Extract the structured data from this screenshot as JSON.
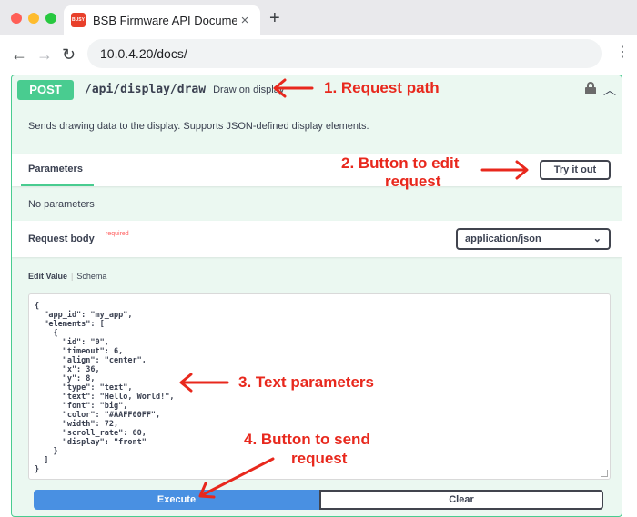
{
  "browser": {
    "tab_title": "BSB Firmware API Documentation",
    "favicon_text": "BUSY",
    "url": "10.0.4.20/docs/"
  },
  "operation": {
    "method": "POST",
    "path": "/api/display/draw",
    "summary": "Draw on display",
    "description": "Sends drawing data to the display. Supports JSON-defined display elements.",
    "method_color": "#49cc90"
  },
  "parameters": {
    "tab_label": "Parameters",
    "try_out_label": "Try it out",
    "empty_text": "No parameters"
  },
  "request_body": {
    "title": "Request body",
    "required_label": "required",
    "content_type": "application/json",
    "tabs": [
      "Edit Value",
      "Schema"
    ],
    "json_text": "{\n  \"app_id\": \"my_app\",\n  \"elements\": [\n    {\n      \"id\": \"0\",\n      \"timeout\": 6,\n      \"align\": \"center\",\n      \"x\": 36,\n      \"y\": 8,\n      \"type\": \"text\",\n      \"text\": \"Hello, World!\",\n      \"font\": \"big\",\n      \"color\": \"#AAFF00FF\",\n      \"width\": 72,\n      \"scroll_rate\": 60,\n      \"display\": \"front\"\n    }\n  ]\n}"
  },
  "actions": {
    "execute_label": "Execute",
    "clear_label": "Clear"
  },
  "annotations": {
    "a1": "1. Request path",
    "a2_line1": "2. Button to edit",
    "a2_line2": "request",
    "a3": "3. Text parameters",
    "a4_line1": "4. Button to send",
    "a4_line2": "request",
    "color": "#e8281d"
  }
}
